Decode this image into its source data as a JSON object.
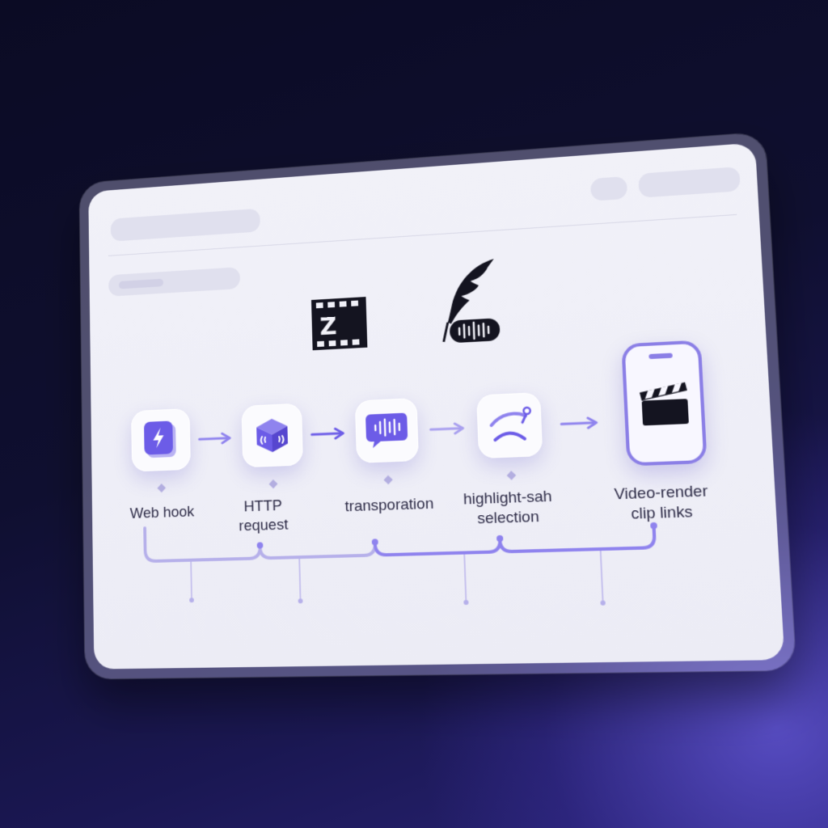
{
  "window": {
    "title_placeholder": "",
    "tools_placeholder": ""
  },
  "logos": [
    {
      "name": "film-z-icon"
    },
    {
      "name": "quill-audio-icon"
    }
  ],
  "workflow": {
    "steps": [
      {
        "id": "webhook",
        "icon": "lightning-icon",
        "label": "Web hook"
      },
      {
        "id": "http",
        "icon": "cube-signal-icon",
        "label": "HTTP request"
      },
      {
        "id": "transcription",
        "icon": "speech-waveform-icon",
        "label": "transporation"
      },
      {
        "id": "highlight",
        "icon": "arc-selection-icon",
        "label": "highlight-sah selection"
      },
      {
        "id": "render",
        "icon": "clapperboard-icon",
        "label": "Video-render clip links"
      }
    ]
  },
  "colors": {
    "accent": "#6c5ce7",
    "accent_light": "#a9a0ef",
    "panel": "#efeff8",
    "background": "#0f0f30",
    "text": "#2e2c47"
  }
}
